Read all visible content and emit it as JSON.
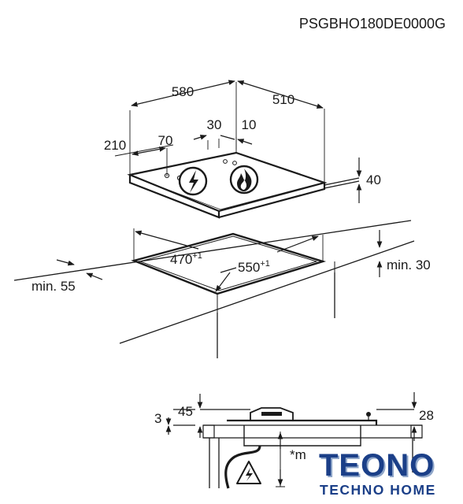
{
  "product_code": "PSGBHO180DE0000G",
  "dimensions": {
    "width": "580",
    "depth": "510",
    "offset_a": "30",
    "offset_b": "10",
    "left_a": "210",
    "left_b": "70",
    "height": "40",
    "cutout_depth": "470",
    "cutout_depth_tol": "+1",
    "cutout_width": "550",
    "cutout_width_tol": "+1",
    "min_front": "min. 55",
    "min_back": "min. 30",
    "side_left": "3",
    "side_left_b": "45",
    "side_right": "28",
    "clearance": "*m"
  },
  "icons": {
    "electric_zone": "lightning-icon",
    "gas_zone": "flame-icon",
    "hazard": "electric-hazard-warning-icon"
  },
  "colors": {
    "line": "#1a1a1a",
    "logo": "#1b3f88",
    "logo_shadow": "#8fa6c9"
  },
  "logo": {
    "name": "TEONO",
    "tagline": "TECHNO HOME"
  }
}
